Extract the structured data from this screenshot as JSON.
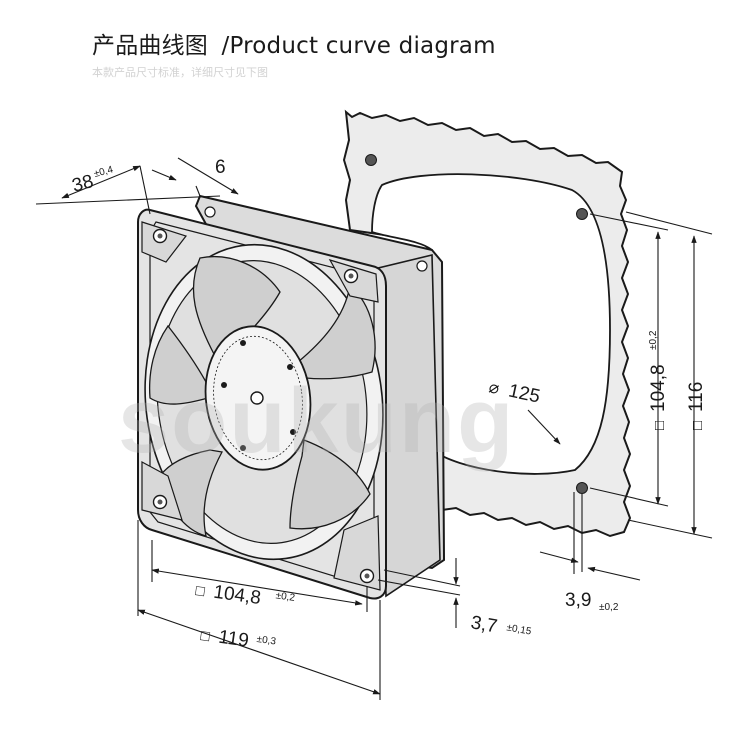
{
  "header": {
    "title_cn": "产品曲线图",
    "title_en": "/Product curve diagram",
    "subtitle": "本款产品尺寸标准，详细尺寸见下图"
  },
  "watermark": "soukung",
  "dimensions": {
    "depth": {
      "value": "38",
      "tol": "±0,4"
    },
    "flange": {
      "value": "6"
    },
    "hole_spacing_bottom": {
      "prefix": "□",
      "value": "104,8",
      "tol": "±0,2"
    },
    "width": {
      "prefix": "□",
      "value": "119",
      "tol": "±0,3"
    },
    "mount_hole": {
      "value": "3,7",
      "tol": "±0,15"
    },
    "panel_hole": {
      "value": "3,9",
      "tol": "±0,2"
    },
    "hole_spacing_right": {
      "prefix": "□",
      "value": "104,8",
      "tol": "±0,2"
    },
    "panel_size": {
      "prefix": "□",
      "value": "116"
    },
    "cutout_diameter": {
      "prefix": "⌀",
      "value": "125"
    }
  },
  "colors": {
    "line": "#1a1a1a",
    "panel_fill": "#ececec",
    "fan_fill": "#e4e4e4",
    "blade_fill": "#cfcfcf"
  }
}
